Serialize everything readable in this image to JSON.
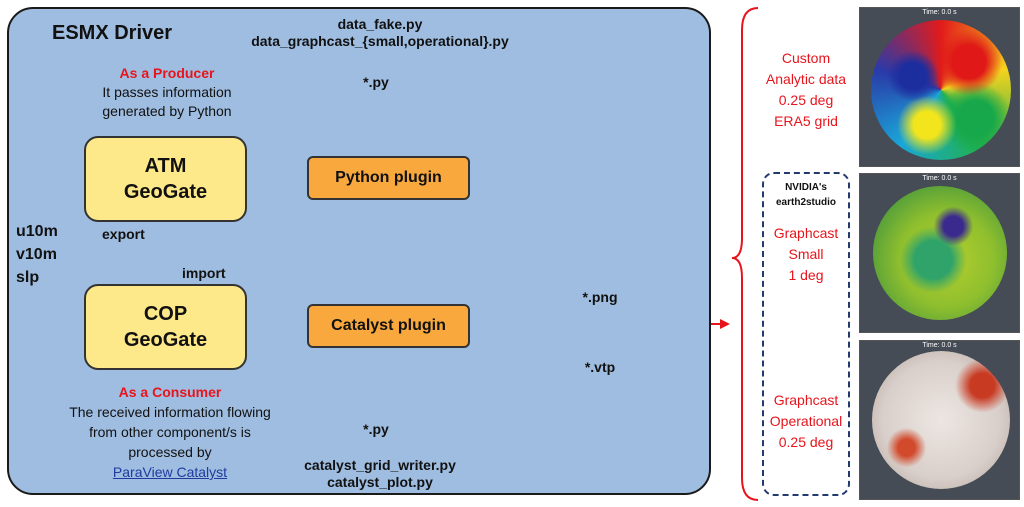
{
  "driver": {
    "title": "ESMX Driver",
    "producer": {
      "heading": "As a Producer",
      "lines": [
        "It passes information",
        "generated by Python"
      ]
    },
    "consumer": {
      "heading": "As a Consumer",
      "lines": [
        "The received information flowing",
        "from other component/s is",
        "processed by"
      ],
      "link": "ParaView Catalyst"
    },
    "atm": {
      "line1": "ATM",
      "line2": "GeoGate"
    },
    "cop": {
      "line1": "COP",
      "line2": "GeoGate"
    },
    "python_plugin": "Python plugin",
    "catalyst_plugin": "Catalyst plugin",
    "top_scripts": [
      "data_fake.py",
      "data_graphcast_{small,operational}.py"
    ],
    "bottom_scripts": [
      "catalyst_grid_writer.py",
      "catalyst_plot.py"
    ],
    "top_file": "*.py",
    "bottom_file": "*.py",
    "png_file": "*.png",
    "vtp_file": "*.vtp",
    "export_label": "export",
    "import_label": "import",
    "variables": [
      "u10m",
      "v10m",
      "slp"
    ]
  },
  "outputs": {
    "custom": [
      "Custom",
      "Analytic data",
      "0.25 deg",
      "ERA5 grid"
    ],
    "nvidia": [
      "NVIDIA's",
      "earth2studio"
    ],
    "small": [
      "Graphcast",
      "Small",
      "1 deg"
    ],
    "operational": [
      "Graphcast",
      "Operational",
      "0.25 deg"
    ],
    "time_label": "Time:    0.0 s"
  },
  "colors": {
    "panel": "#9fbde0",
    "yellow": "#fde98a",
    "orange": "#f8a83c",
    "red": "#e8141c",
    "green": "#3aa74a"
  }
}
